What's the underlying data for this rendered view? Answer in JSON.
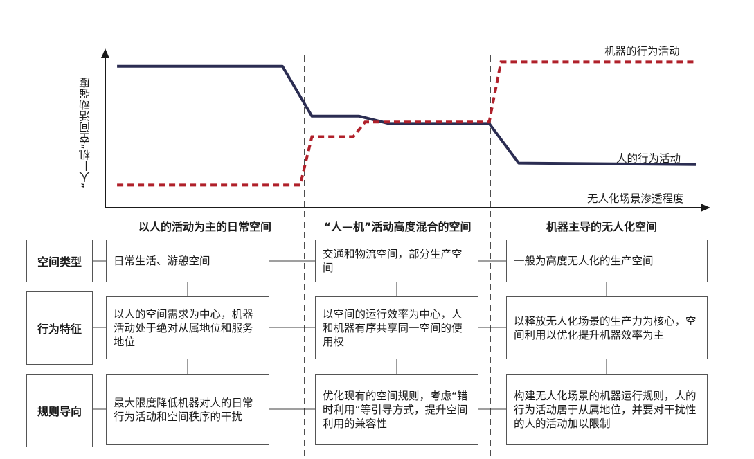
{
  "chart_data": {
    "type": "line",
    "y_axis_title": "“人—机”空间活动强度",
    "x_axis_title": "无人化场景渗透程度",
    "series": [
      {
        "name": "人的行为活动",
        "style": "solid",
        "color": "#2b2d52",
        "points": [
          [
            0.02,
            0.94
          ],
          [
            0.3,
            0.94
          ],
          [
            0.35,
            0.6
          ],
          [
            0.43,
            0.6
          ],
          [
            0.48,
            0.55
          ],
          [
            0.65,
            0.55
          ],
          [
            0.7,
            0.28
          ],
          [
            1.0,
            0.27
          ]
        ]
      },
      {
        "name": "机器的行为活动",
        "style": "dashed",
        "color": "#b0202a",
        "points": [
          [
            0.02,
            0.13
          ],
          [
            0.33,
            0.13
          ],
          [
            0.35,
            0.46
          ],
          [
            0.42,
            0.46
          ],
          [
            0.44,
            0.56
          ],
          [
            0.65,
            0.56
          ],
          [
            0.67,
            0.97
          ],
          [
            1.0,
            0.97
          ]
        ]
      }
    ]
  },
  "phases": [
    {
      "title": "以人的活动为主的日常空间"
    },
    {
      "title": "“人—机”活动高度混合的空间"
    },
    {
      "title": "机器主导的无人化空间"
    }
  ],
  "rows": [
    {
      "label": "空间类型",
      "cells": [
        "日常生活、游憩空间",
        "交通和物流空间，部分生产空间",
        "一般为高度无人化的生产空间"
      ]
    },
    {
      "label": "行为特征",
      "cells": [
        "以人的空间需求为中心，机器活动处于绝对从属地位和服务地位",
        "以空间的运行效率为中心，人和机器有序共享同一空间的使用权",
        "以释放无人化场景的生产力为核心，空间利用以优化提升机器效率为主"
      ]
    },
    {
      "label": "规则导向",
      "cells": [
        "最大限度降低机器对人的日常行为活动和空间秩序的干扰",
        "优化现有的空间规则，考虑“错时利用”等引导方式，提升空间利用的兼容性",
        "构建无人化场景的机器运行规则，人的行为活动居于从属地位，并要对干扰性的人的活动加以限制"
      ]
    }
  ]
}
